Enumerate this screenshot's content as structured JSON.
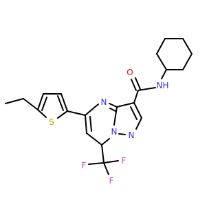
{
  "molecule": {
    "atoms": {
      "N_amide": {
        "label": "N",
        "color": "#3030e8"
      },
      "H_amide": {
        "label": "H",
        "color": "#3030e8"
      },
      "O_carbonyl": {
        "label": "O",
        "color": "#e01010"
      },
      "N_pyrimidine": {
        "label": "N",
        "color": "#3030e8"
      },
      "N_bridge": {
        "label": "N",
        "color": "#3030e8"
      },
      "N_pyrazole": {
        "label": "N",
        "color": "#3030e8"
      },
      "S_thiophene": {
        "label": "S",
        "color": "#b8a200"
      },
      "F_1": {
        "label": "F",
        "color": "#c44dcc"
      },
      "F_2": {
        "label": "F",
        "color": "#c44dcc"
      },
      "F_3": {
        "label": "F",
        "color": "#c44dcc"
      }
    }
  }
}
